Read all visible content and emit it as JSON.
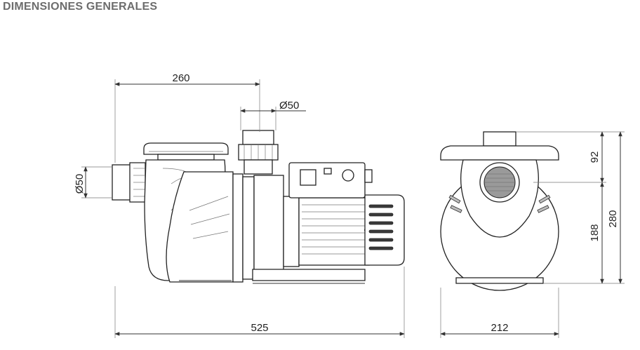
{
  "title": "DIMENSIONES GENERALES",
  "dimensions": {
    "side_height_260": "260",
    "port_top": "Ø50",
    "port_side": "Ø50",
    "total_length": "525",
    "width": "212",
    "top_section": "92",
    "lower_section": "188",
    "total_height": "280"
  },
  "colors": {
    "line": "#333333",
    "title": "#6d6d6d"
  }
}
